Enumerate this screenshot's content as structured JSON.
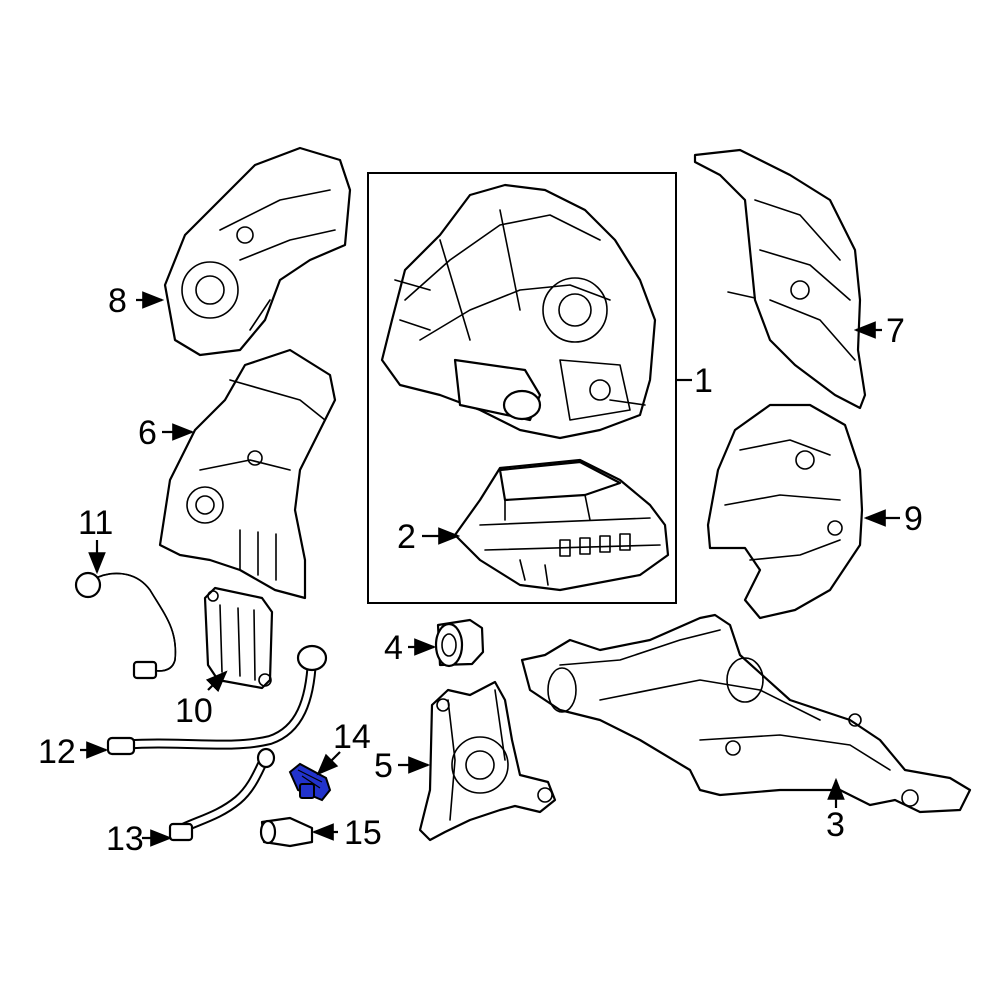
{
  "callouts": {
    "c1": "1",
    "c2": "2",
    "c3": "3",
    "c4": "4",
    "c5": "5",
    "c6": "6",
    "c7": "7",
    "c8": "8",
    "c9": "9",
    "c10": "10",
    "c11": "11",
    "c12": "12",
    "c13": "13",
    "c14": "14",
    "c15": "15"
  },
  "colors": {
    "highlight_part": "#2233cc",
    "line": "#000000",
    "background": "#ffffff"
  },
  "highlighted_part": "14"
}
